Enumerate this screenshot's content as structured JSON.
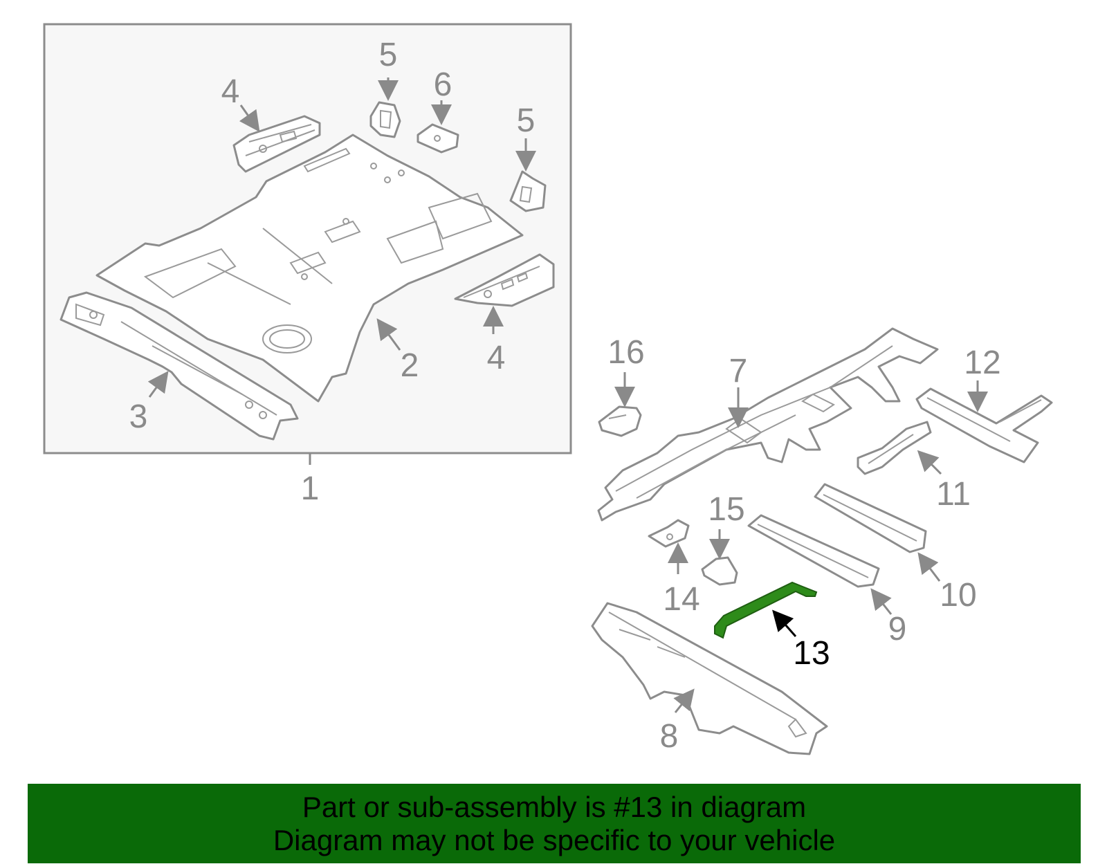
{
  "callouts": {
    "c1": "1",
    "c2": "2",
    "c3": "3",
    "c4a": "4",
    "c4b": "4",
    "c5a": "5",
    "c5b": "5",
    "c6": "6",
    "c7": "7",
    "c8": "8",
    "c9": "9",
    "c10": "10",
    "c11": "11",
    "c12": "12",
    "c13": "13",
    "c14": "14",
    "c15": "15",
    "c16": "16"
  },
  "highlighted_part": "13",
  "colors": {
    "highlight_part": "#2e8b1a",
    "banner": "#0a6a08",
    "line_art": "#8c8c8c",
    "group_box_fill": "#f7f7f7"
  },
  "banner": {
    "line1": "Part or sub-assembly is #13 in diagram",
    "line2": "Diagram may not be specific to your vehicle"
  }
}
